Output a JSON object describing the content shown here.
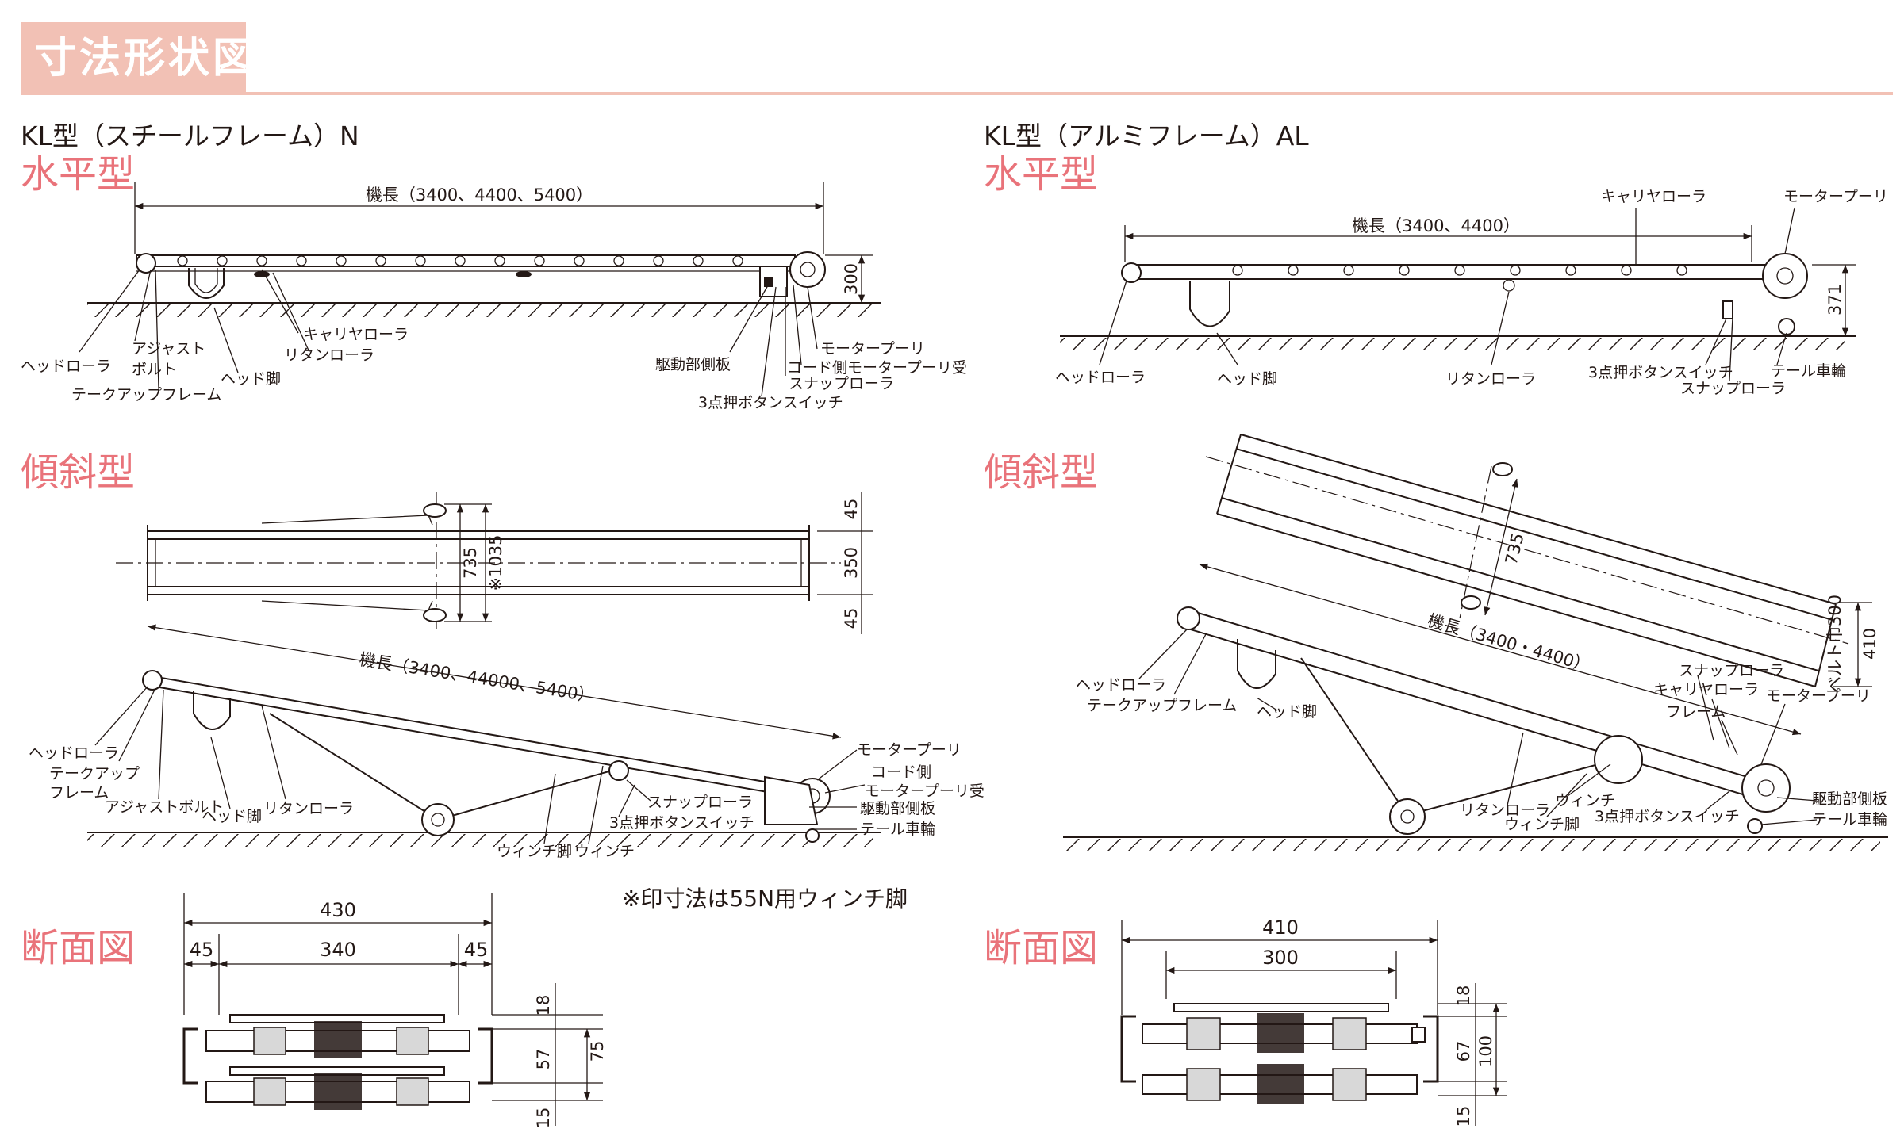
{
  "header": {
    "title": "寸法形状図",
    "accent_color": "#f2c1b5"
  },
  "section_color": "#e9737a",
  "left": {
    "model": "KL型（スチールフレーム）N",
    "horizontal": {
      "title": "水平型",
      "length_dim": "機長（3400、4400、5400）",
      "height_dim": "300",
      "labels": {
        "head_roller": "ヘッドローラ",
        "adjust_bolt_1": "アジャスト",
        "adjust_bolt_2": "ボルト",
        "takeup_frame": "テークアップフレーム",
        "head_leg": "ヘッド脚",
        "carrier_roller": "キャリヤローラ",
        "return_roller": "リタンローラ",
        "drive_plate": "駆動部側板",
        "motor_pulley": "モータープーリ",
        "cord_side": "コード側モータープーリ受",
        "snap_roller": "スナップローラ",
        "push_switch": "3点押ボタンスイッチ"
      }
    },
    "inclined": {
      "title": "傾斜型",
      "dims": {
        "d45a": "45",
        "d350": "350",
        "d45b": "45",
        "d735": "735",
        "d1035": "※1035"
      },
      "length_dim": "機長（3400、44000、5400）",
      "labels": {
        "head_roller": "ヘッドローラ",
        "takeup_frame_1": "テークアップ",
        "takeup_frame_2": "フレーム",
        "adjust_bolt": "アジャストボルト",
        "head_leg": "ヘッド脚",
        "return_roller": "リタンローラ",
        "winch_leg": "ウィンチ脚",
        "winch": "ウィンチ",
        "snap_roller": "スナップローラ",
        "push_switch": "3点押ボタンスイッチ",
        "motor_pulley": "モータープーリ",
        "cord_side_1": "コード側",
        "cord_side_2": "モータープーリ受",
        "drive_plate": "駆動部側板",
        "tail_wheel": "テール車輪"
      }
    },
    "note": "※印寸法は55N用ウィンチ脚",
    "section": {
      "title": "断面図",
      "dims": {
        "w430": "430",
        "w45a": "45",
        "w340": "340",
        "w45b": "45",
        "h18": "18",
        "h57": "57",
        "h75": "75",
        "h15": "15"
      }
    }
  },
  "right": {
    "model": "KL型（アルミフレーム）AL",
    "horizontal": {
      "title": "水平型",
      "length_dim": "機長（3400、4400）",
      "height_dim": "371",
      "labels": {
        "carrier_roller": "キャリヤローラ",
        "motor_pulley": "モータープーリ",
        "head_roller": "ヘッドローラ",
        "head_leg": "ヘッド脚",
        "return_roller": "リタンローラ",
        "push_switch": "3点押ボタンスイッチ",
        "snap_roller": "スナップローラ",
        "tail_wheel": "テール車輪"
      }
    },
    "inclined": {
      "title": "傾斜型",
      "dims": {
        "d735": "735",
        "belt_width": "ベルト巾300",
        "d410": "410"
      },
      "length_dim": "機長（3400・4400）",
      "labels": {
        "head_roller": "ヘッドローラ",
        "takeup_frame": "テークアップフレーム",
        "head_leg": "ヘッド脚",
        "snap_roller": "スナップローラ",
        "carrier_roller": "キャリヤローラ",
        "frame": "フレーム",
        "motor_pulley": "モータープーリ",
        "return_roller": "リタンローラ",
        "winch": "ウィンチ",
        "winch_leg": "ウィンチ脚",
        "push_switch": "3点押ボタンスイッチ",
        "drive_plate": "駆動部側板",
        "tail_wheel": "テール車輪"
      }
    },
    "section": {
      "title": "断面図",
      "dims": {
        "w410": "410",
        "w300": "300",
        "h18": "18",
        "h67": "67",
        "h100": "100",
        "h15": "15"
      }
    }
  }
}
